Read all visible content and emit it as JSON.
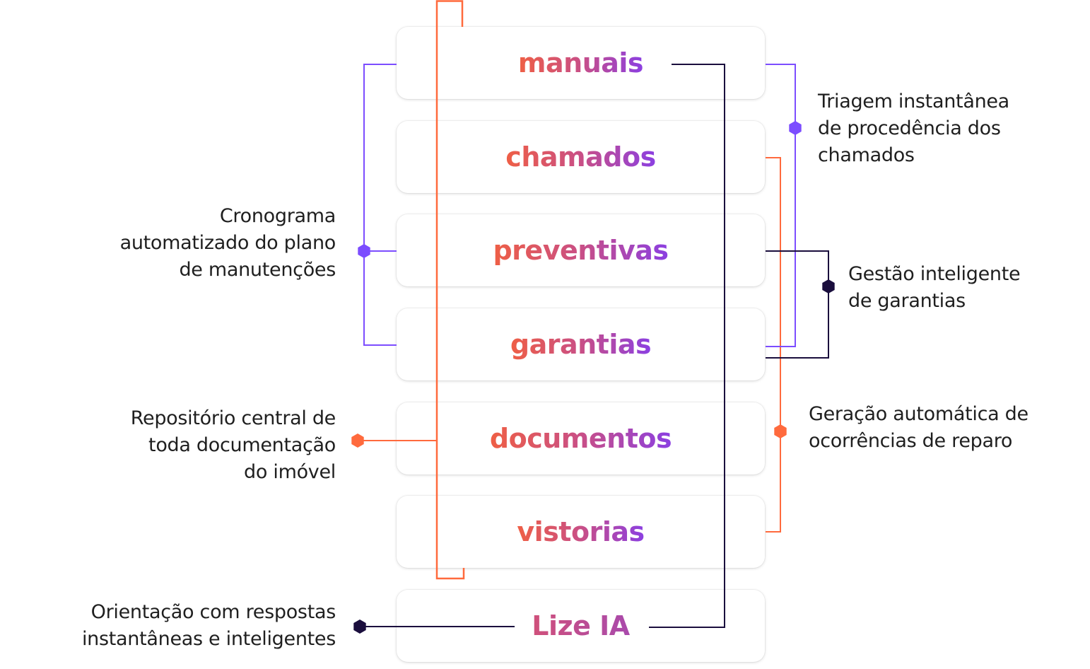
{
  "colors": {
    "purple": "#7c4dff",
    "orange": "#ff6a3d",
    "dark": "#1a0e3d",
    "text": "#1f1f1f",
    "gradient_start": "#ef5f45",
    "gradient_end": "#8b3fe2"
  },
  "modules": [
    {
      "id": "manuais",
      "label": "manuais"
    },
    {
      "id": "chamados",
      "label": "chamados"
    },
    {
      "id": "preventivas",
      "label": "preventivas"
    },
    {
      "id": "garantias",
      "label": "garantias"
    },
    {
      "id": "documentos",
      "label": "documentos"
    },
    {
      "id": "vistorias",
      "label": "vistorias"
    },
    {
      "id": "lize-ia",
      "label": "Lize IA"
    }
  ],
  "features": {
    "cronograma": {
      "text": "Cronograma\nautomatizado do plano\nde manutenções",
      "color": "purple",
      "connects": [
        "manuais",
        "preventivas",
        "garantias"
      ]
    },
    "repositorio": {
      "text": "Repositório central de\ntoda documentação\ndo imóvel",
      "color": "orange",
      "connects": [
        "manuais",
        "documentos",
        "vistorias"
      ]
    },
    "orientacao": {
      "text": "Orientação com respostas\ninstantâneas e inteligentes",
      "color": "dark",
      "connects": [
        "lize-ia",
        "manuais"
      ]
    },
    "triagem": {
      "text": "Triagem instantânea\nde procedência dos\nchamados",
      "color": "purple",
      "connects": [
        "manuais",
        "garantias"
      ]
    },
    "gestao": {
      "text": "Gestão inteligente\nde garantias",
      "color": "dark",
      "connects": [
        "preventivas",
        "garantias"
      ]
    },
    "geracao": {
      "text": "Geração automática de\nocorrências de reparo",
      "color": "orange",
      "connects": [
        "chamados",
        "vistorias"
      ]
    }
  }
}
